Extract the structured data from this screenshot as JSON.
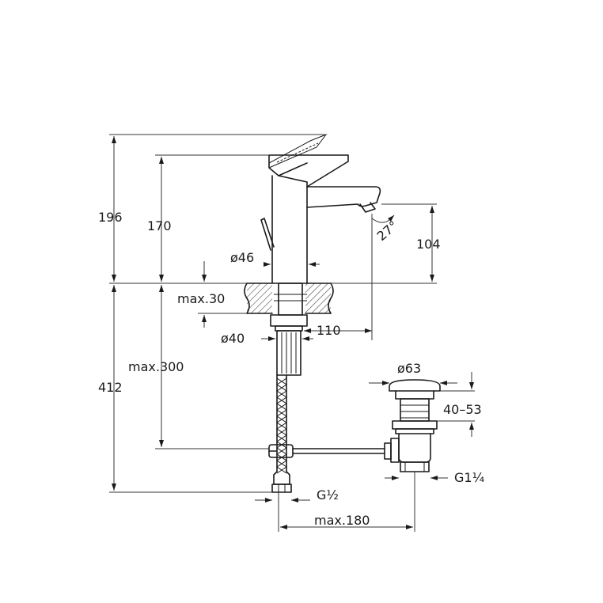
{
  "dimensions": {
    "d196": "196",
    "d170": "170",
    "d104": "104",
    "d412": "412",
    "max30": "max.30",
    "max300": "max.300",
    "max180": "max.180",
    "dia46": "ø46",
    "dia40": "ø40",
    "dia63": "ø63",
    "d110": "110",
    "d40_53": "40–53",
    "angle": "27°",
    "thread_g12": "G½",
    "thread_g114": "G1¼"
  }
}
